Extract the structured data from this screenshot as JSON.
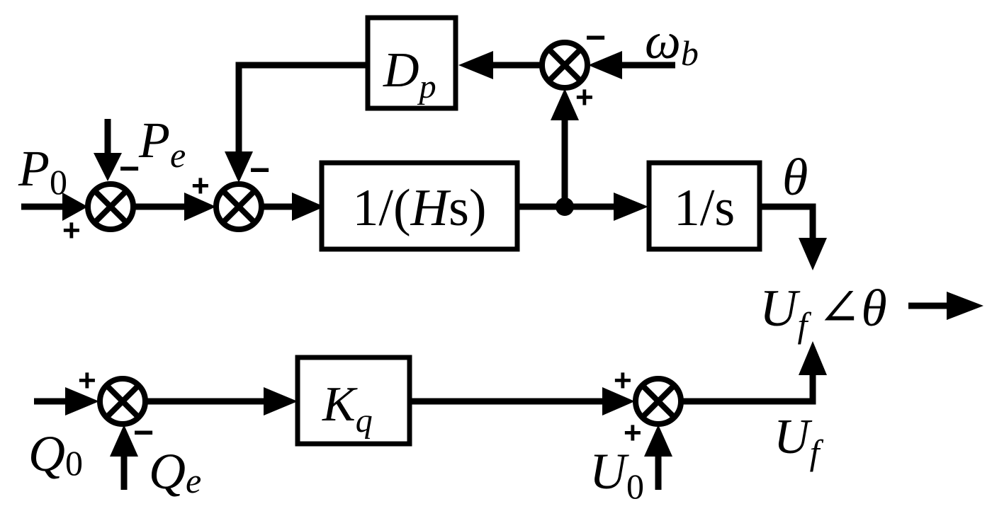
{
  "blocks": {
    "damping": {
      "main": "D",
      "sub": "p"
    },
    "inertia": {
      "pre": "1/(",
      "var": "H",
      "post": "s)"
    },
    "integrator": {
      "text": "1/s"
    },
    "reactive_gain": {
      "main": "K",
      "sub": "q"
    }
  },
  "signals": {
    "p0": {
      "main": "P",
      "sub": "0"
    },
    "pe": {
      "main": "P",
      "sub": "e"
    },
    "omega_b": {
      "main": "ω",
      "sub": "b"
    },
    "theta": {
      "main": "θ"
    },
    "output": {
      "main": "U",
      "sub": "f",
      "angle": "∠",
      "theta": "θ"
    },
    "uf": {
      "main": "U",
      "sub": "f"
    },
    "q0": {
      "main": "Q",
      "sub": "0"
    },
    "qe": {
      "main": "Q",
      "sub": "e"
    },
    "u0": {
      "main": "U",
      "sub": "0"
    }
  },
  "signs": {
    "plus": "+",
    "minus": "−"
  }
}
